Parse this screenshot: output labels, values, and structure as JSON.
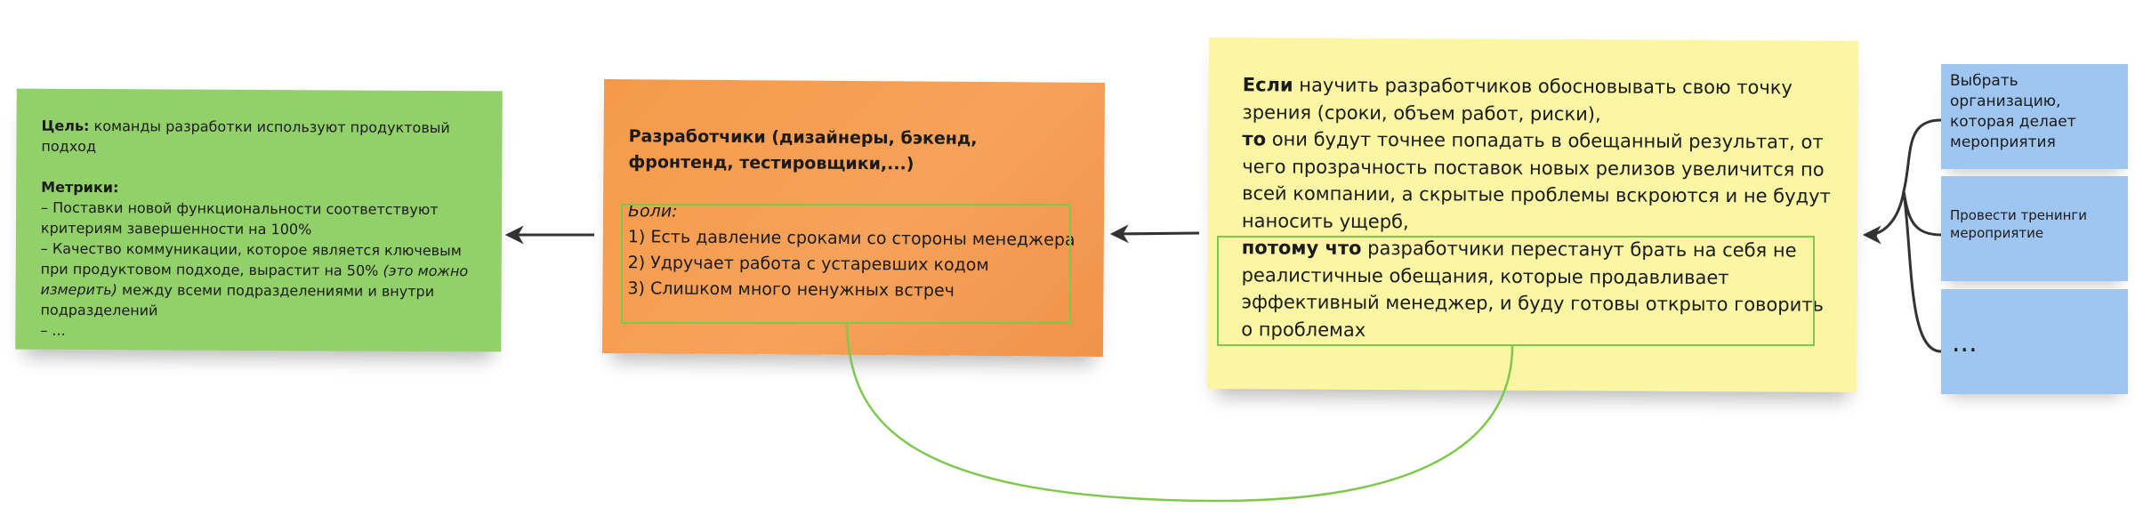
{
  "goal_note": {
    "goal_label": "Цель:",
    "goal_text": " команды разработки используют продуктовый подход",
    "metrics_label": "Метрики:",
    "metric_1": "– Поставки новой функциональности соответствуют критериям завершенности на 100%",
    "metric_2_a": "– Качество коммуникации, которое является ключевым при продуктовом подходе, вырастит на 50% ",
    "metric_2_italic": "(это можно измерить)",
    "metric_2_b": " между всеми подразделениями и внутри подразделений",
    "metric_3": "– ..."
  },
  "dev_note": {
    "title": "Разработчики (дизайнеры, бэкенд, фронтенд, тестировщики,...)",
    "pains_label": "Боли:",
    "pains": [
      "1) Есть давление сроками со стороны менеджера",
      "2) Удручает работа с устаревших кодом",
      "3) Слишком много ненужных встреч"
    ]
  },
  "hypothesis_note": {
    "if_label": "Если",
    "if_text": " научить разработчиков обосновывать свою точку зрения (сроки, объем работ, риски),",
    "then_label": "то",
    "then_text": "  они будут точнее попадать в обещанный результат, от чего прозрачность поставок новых релизов увеличится по всей компании, а скрытые проблемы вскроются и не будут наносить ущерб,",
    "because_label": "потому что",
    "because_text": " разработчики перестанут брать на себя не реалистичные обещания, которые продавливает эффективный менеджер, и буду готовы открыто говорить о проблемах"
  },
  "actions": {
    "choose_org": "Выбрать организацию, которая делает мероприятия",
    "run_training": "Провести тренинги мероприятие",
    "more": "..."
  },
  "colors": {
    "goal": "#92d06a",
    "developers": "#f79c4f",
    "hypothesis": "#faf6a3",
    "actions": "#9ec6f0",
    "highlight": "#7fc84e",
    "arrow": "#333333"
  }
}
